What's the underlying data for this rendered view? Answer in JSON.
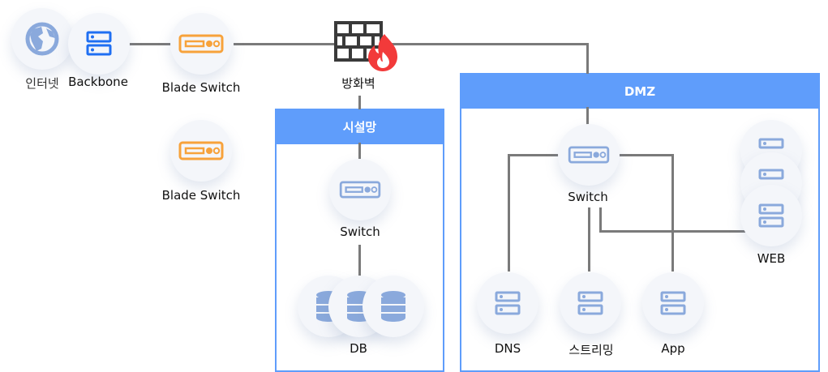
{
  "colors": {
    "accent": "#5f9dfb",
    "line": "#7a7a7a",
    "icon_blue_light": "#8aa9dc",
    "icon_blue_strong": "#1f6ff2",
    "icon_orange": "#f7a23b",
    "firewall_dark": "#3a3a3a",
    "flame_red": "#f23a3a"
  },
  "nodes": {
    "internet": {
      "label": "인터넷",
      "icon": "globe-icon"
    },
    "backbone": {
      "label": "Backbone",
      "icon": "server-icon"
    },
    "blade_switch_1": {
      "label": "Blade Switch",
      "icon": "switch-icon"
    },
    "blade_switch_2": {
      "label": "Blade Switch",
      "icon": "switch-icon"
    },
    "firewall": {
      "label": "방화벽",
      "icon": "firewall-icon"
    },
    "facility_switch": {
      "label": "Switch",
      "icon": "switch-icon"
    },
    "db": {
      "label": "DB",
      "icon": "database-icon"
    },
    "dmz_switch": {
      "label": "Switch",
      "icon": "switch-icon"
    },
    "web": {
      "label": "WEB",
      "icon": "server-icon"
    },
    "dns": {
      "label": "DNS",
      "icon": "server-icon"
    },
    "streaming": {
      "label": "스트리밍",
      "icon": "server-icon"
    },
    "app": {
      "label": "App",
      "icon": "server-icon"
    }
  },
  "zones": {
    "facility": {
      "title": "시설망"
    },
    "dmz": {
      "title": "DMZ"
    }
  }
}
